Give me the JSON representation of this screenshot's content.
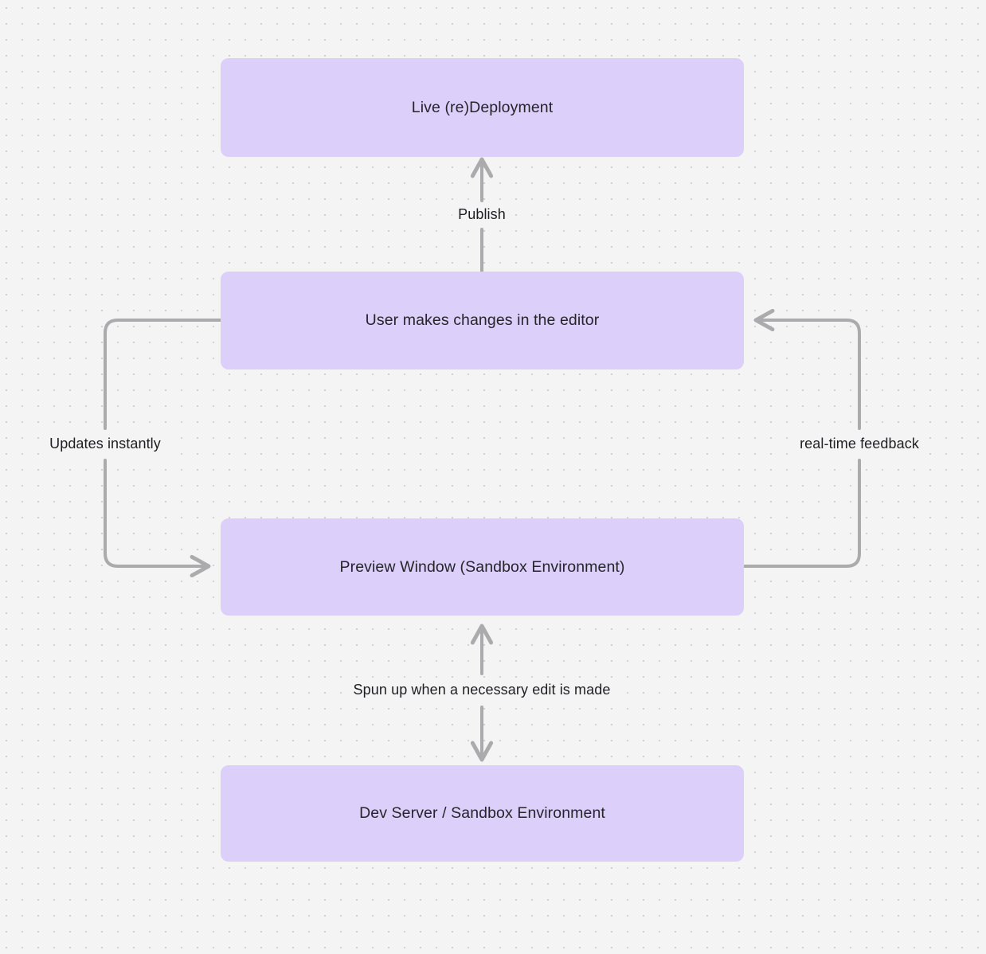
{
  "diagram": {
    "type": "flowchart",
    "background": "#F4F4F5",
    "node_fill": "#DCCFFA",
    "node_text_color": "#25252A",
    "edge_color": "#ABABAD",
    "nodes": [
      {
        "id": "live",
        "label": "Live (re)Deployment"
      },
      {
        "id": "editor",
        "label": "User makes changes in the editor"
      },
      {
        "id": "preview",
        "label": "Preview Window (Sandbox Environment)"
      },
      {
        "id": "devserver",
        "label": "Dev Server / Sandbox Environment"
      }
    ],
    "edges": [
      {
        "id": "publish",
        "from": "editor",
        "to": "live",
        "label": "Publish",
        "direction": "up"
      },
      {
        "id": "updates",
        "from": "editor",
        "to": "preview",
        "label": "Updates instantly",
        "direction": "left-loop-down"
      },
      {
        "id": "realtime",
        "from": "preview",
        "to": "editor",
        "label": "real-time feedback",
        "direction": "right-loop-up"
      },
      {
        "id": "spun",
        "from": "preview",
        "to": "devserver",
        "label": "Spun up when a necessary edit is made",
        "direction": "bidirectional"
      }
    ]
  }
}
